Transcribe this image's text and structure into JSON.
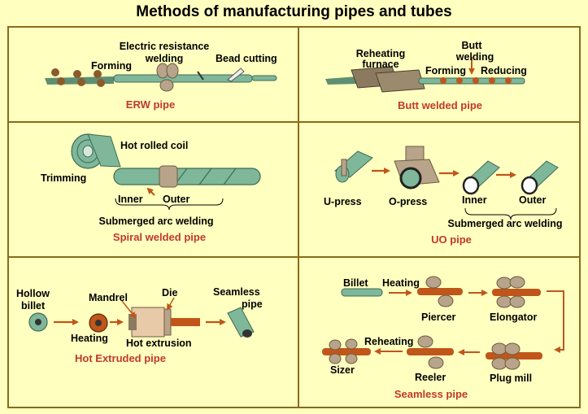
{
  "title": "Methods of manufacturing pipes and tubes",
  "colors": {
    "background": "#FFFFC0",
    "border": "#8B6B1A",
    "caption": "#C0392B",
    "arrow": "#C0561A",
    "pipe": "#7FB79A",
    "roller": "#B8A48A"
  },
  "panels": {
    "erw": {
      "caption": "ERW pipe",
      "forming": "Forming",
      "welding": "Electric resistance welding",
      "welding_l1": "Electric resistance",
      "welding_l2": "welding",
      "bead": "Bead cutting"
    },
    "butt": {
      "caption": "Butt welded pipe",
      "furnace_l1": "Reheating",
      "furnace_l2": "furnace",
      "weld_l1": "Butt",
      "weld_l2": "welding",
      "forming": "Forming",
      "reducing": "Reducing"
    },
    "spiral": {
      "caption": "Spiral welded pipe",
      "coil": "Hot rolled  coil",
      "trimming": "Trimming",
      "inner": "Inner",
      "outer": "Outer",
      "saw": "Submerged arc welding"
    },
    "uo": {
      "caption": "UO pipe",
      "upress": "U-press",
      "opress": "O-press",
      "inner": "Inner",
      "outer": "Outer",
      "saw": "Submerged arc welding"
    },
    "extruded": {
      "caption": "Hot Extruded pipe",
      "billet_l1": "Hollow",
      "billet_l2": "billet",
      "heating": "Heating",
      "mandrel": "Mandrel",
      "die": "Die",
      "extrusion": "Hot extrusion",
      "seamless_l1": "Seamless",
      "seamless_l2": "pipe"
    },
    "seamless": {
      "caption": "Seamless pipe",
      "billet": "Billet",
      "heating": "Heating",
      "piercer": "Piercer",
      "elongator": "Elongator",
      "plug_mill": "Plug mill",
      "reheating": "Reheating",
      "reeler": "Reeler",
      "sizer": "Sizer"
    }
  }
}
